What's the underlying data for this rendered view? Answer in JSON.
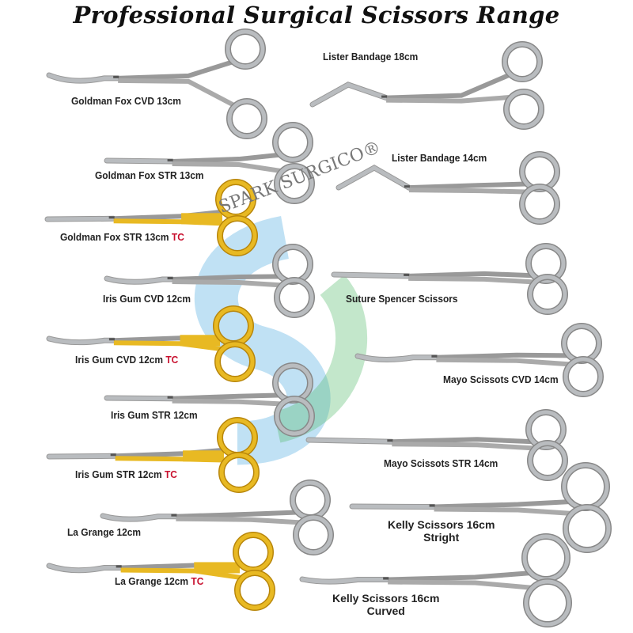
{
  "title": "Professional Surgical Scissors Range",
  "watermark": "SPARK SURGICO®",
  "colors": {
    "steel": "#b9bcbf",
    "gold": "#e8b923",
    "tc_label": "#c8102e",
    "logo_blue": "#4aa8e0",
    "logo_green": "#52b96a"
  },
  "products": [
    {
      "name": "Goldman Fox CVD 13cm",
      "suffix": ""
    },
    {
      "name": "Goldman Fox STR 13cm",
      "suffix": ""
    },
    {
      "name": "Goldman Fox STR 13cm",
      "suffix": "TC"
    },
    {
      "name": "Iris Gum CVD 12cm",
      "suffix": ""
    },
    {
      "name": "Iris Gum CVD 12cm",
      "suffix": "TC"
    },
    {
      "name": "Iris Gum STR 12cm",
      "suffix": ""
    },
    {
      "name": "Iris Gum STR 12cm",
      "suffix": "TC"
    },
    {
      "name": "La Grange 12cm",
      "suffix": ""
    },
    {
      "name": "La Grange 12cm",
      "suffix": "TC"
    },
    {
      "name": "Lister Bandage 18cm",
      "suffix": ""
    },
    {
      "name": "Lister Bandage 14cm",
      "suffix": ""
    },
    {
      "name": "Suture Spencer Scissors",
      "suffix": ""
    },
    {
      "name": "Mayo Scissots CVD 14cm",
      "suffix": ""
    },
    {
      "name": "Mayo Scissots STR 14cm",
      "suffix": ""
    },
    {
      "name": "Kelly  Scissors 16cm",
      "suffix": "",
      "line2": "Stright"
    },
    {
      "name": "Kelly  Scissors 16cm",
      "suffix": "",
      "line2": "Curved"
    }
  ]
}
